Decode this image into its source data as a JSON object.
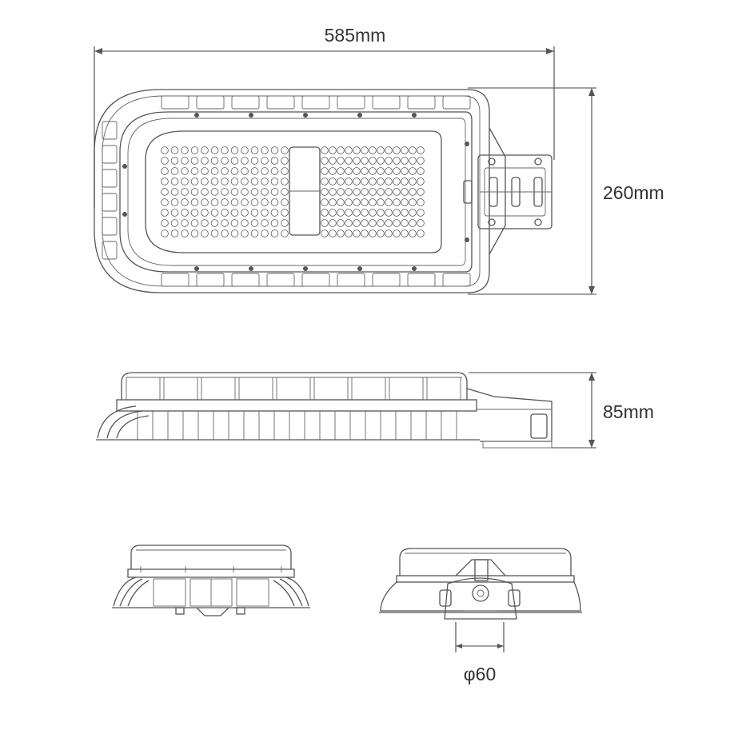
{
  "dimensions": {
    "length": "585mm",
    "width": "260mm",
    "height": "85mm",
    "pole_diameter": "φ60"
  },
  "colors": {
    "line": "#555555",
    "text": "#333333",
    "background": "#ffffff"
  }
}
